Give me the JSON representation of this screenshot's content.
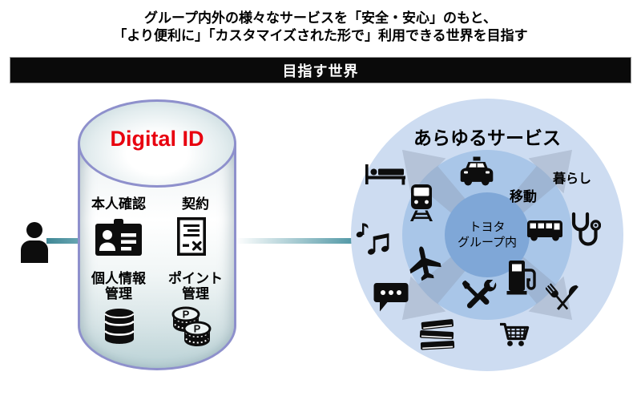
{
  "title": {
    "line1": "グループ内外の様々なサービスを「安全・安心」のもと、",
    "line2": "「より便利に」「カスタマイズされた形で」利用できる世界を目指す"
  },
  "banner": {
    "label": "目指す世界"
  },
  "user": {
    "icon": "person-icon"
  },
  "digital_id": {
    "heading": "Digital ID",
    "items": [
      {
        "label": "本人確認",
        "label2": "",
        "icon": "id-card-icon"
      },
      {
        "label": "契約",
        "label2": "",
        "icon": "contract-icon"
      },
      {
        "label": "個人情報",
        "label2": "管理",
        "icon": "database-icon"
      },
      {
        "label": "ポイント",
        "label2": "管理",
        "icon": "point-coins-icon"
      }
    ]
  },
  "services": {
    "heading": "あらゆるサービス",
    "center": {
      "line1": "トヨタ",
      "line2": "グループ内"
    },
    "area_labels": [
      {
        "name": "kurashi",
        "label": "暮らし"
      },
      {
        "name": "idou",
        "label": "移動"
      }
    ],
    "icons": [
      "bed-icon",
      "taxi-icon",
      "train-icon",
      "bus-icon",
      "stethoscope-icon",
      "music-icon",
      "airplane-icon",
      "fuel-icon",
      "chat-icon",
      "tools-icon",
      "cutlery-icon",
      "books-icon",
      "cart-icon"
    ]
  },
  "colors": {
    "accent_red": "#e8000f",
    "banner_bg": "#0a0a0a",
    "cylinder_border": "#8e90cc",
    "connector_teal": "#4c95a3",
    "ring_outer": "#cddcf1",
    "ring_middle": "#a9c6e8",
    "ring_inner": "#7fa7d7"
  }
}
